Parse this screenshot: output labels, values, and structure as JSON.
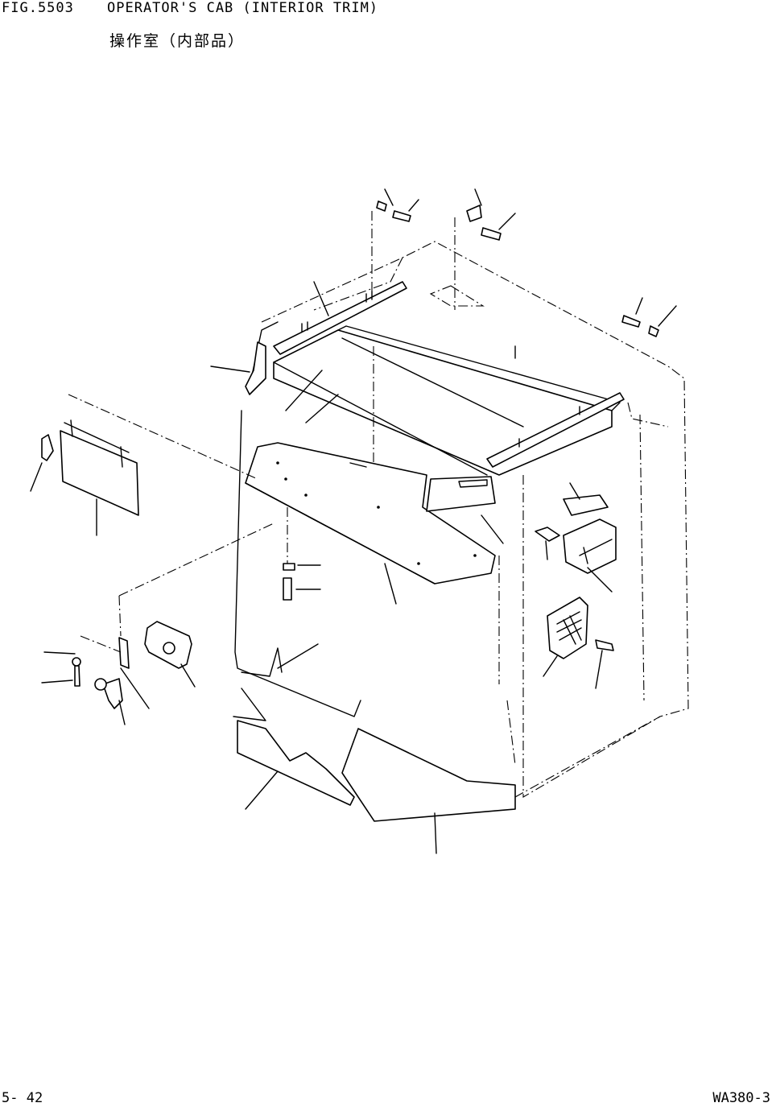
{
  "header": {
    "fig_number": "FIG.5503",
    "title": "OPERATOR'S CAB (INTERIOR TRIM)",
    "subtitle": "操作室（内部品）"
  },
  "footer": {
    "page_number": "5- 42",
    "model_code": "WA380-3"
  }
}
